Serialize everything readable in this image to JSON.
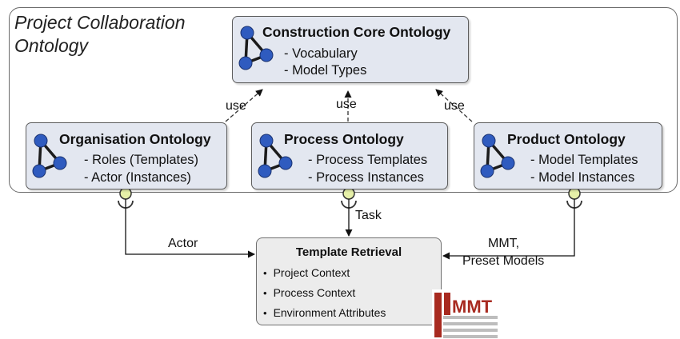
{
  "container": {
    "title_line1": "Project Collaboration",
    "title_line2": "Ontology"
  },
  "core": {
    "title": "Construction Core Ontology",
    "items": [
      "- Vocabulary",
      "- Model Types"
    ]
  },
  "organisation": {
    "title": "Organisation Ontology",
    "items": [
      "- Roles (Templates)",
      "- Actor (Instances)"
    ]
  },
  "process": {
    "title": "Process Ontology",
    "items": [
      "- Process Templates",
      "- Process Instances"
    ]
  },
  "product": {
    "title": "Product Ontology",
    "items": [
      "- Model Templates",
      "- Model Instances"
    ]
  },
  "edges": {
    "use_label": "use",
    "task_label": "Task",
    "actor_label": "Actor",
    "mmt_line1": "MMT,",
    "mmt_line2": "Preset Models"
  },
  "retrieval": {
    "title": "Template Retrieval",
    "items": [
      "Project Context",
      "Process Context",
      "Environment Attributes"
    ]
  },
  "logo": {
    "text": "MMT"
  },
  "colors": {
    "box_fill": "#e3e7f0",
    "node_blue": "#2f5bbf",
    "interface_fill": "#e6f0a8",
    "retrieval_fill": "#ececec",
    "logo_red": "#a82a20"
  }
}
